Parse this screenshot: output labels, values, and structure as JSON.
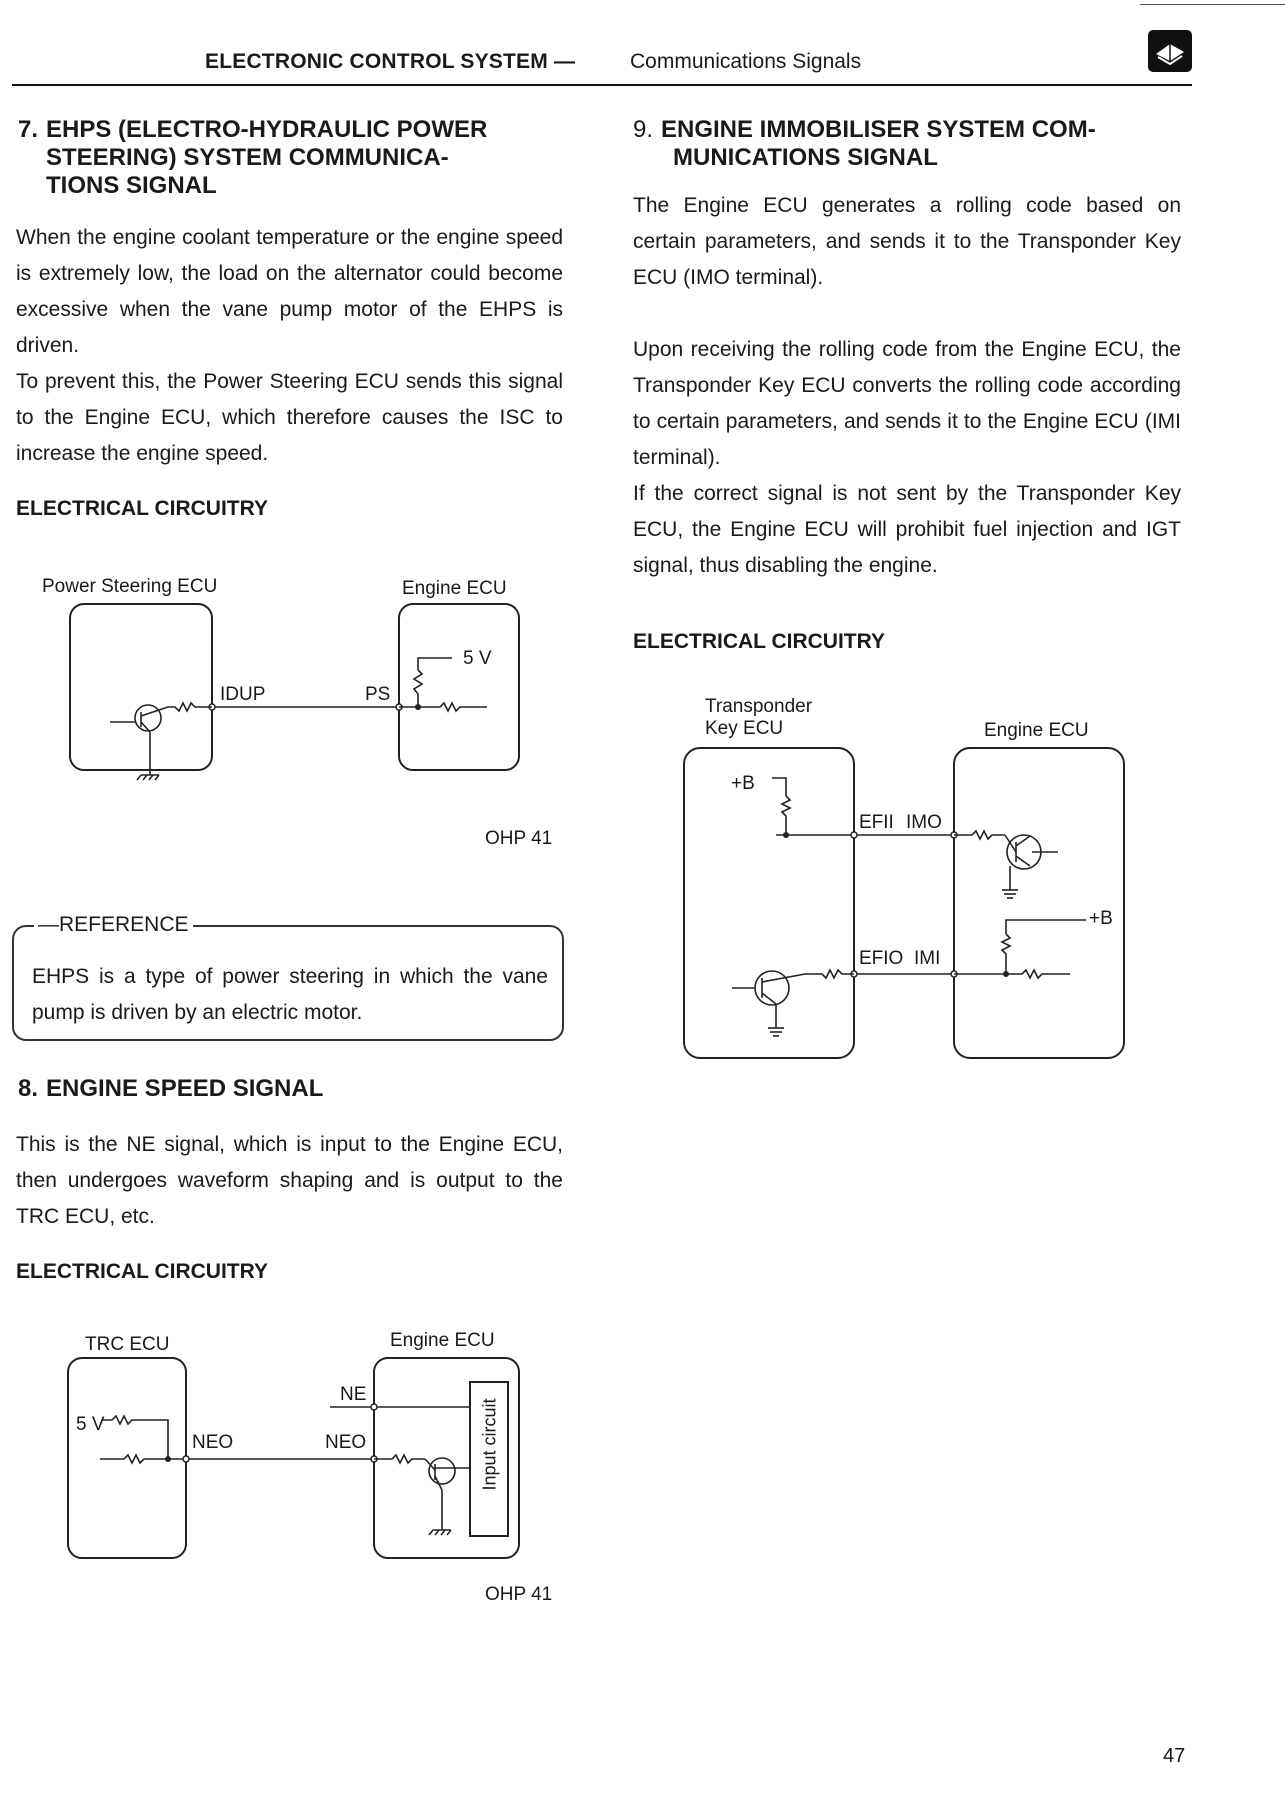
{
  "header": {
    "title": "ELECTRONIC CONTROL SYSTEM —",
    "subtitle": "Communications Signals",
    "icon": "book-icon"
  },
  "sec7": {
    "number": "7.",
    "title_lines": [
      "EHPS (ELECTRO-HYDRAULIC POWER",
      "STEERING) SYSTEM COMMUNICA-",
      "TIONS SIGNAL"
    ],
    "paragraph": "When the engine coolant temperature or the engine speed is extremely low, the load on the alternator could become excessive when the vane pump motor of the EHPS is driven.",
    "paragraph2": "To prevent this, the Power Steering ECU sends this signal to the Engine ECU, which therefore causes the ISC to increase the engine speed.",
    "circuitry_label": "ELECTRICAL CIRCUITRY",
    "diagram": {
      "left_ecu": "Power Steering ECU",
      "right_ecu": "Engine ECU",
      "voltage": "5 V",
      "terminal_left": "IDUP",
      "terminal_right": "PS"
    },
    "ohp": "OHP 41"
  },
  "reference": {
    "title": "REFERENCE",
    "text": "EHPS is a type of power steering in which the vane pump is driven by an electric motor."
  },
  "sec8": {
    "number": "8.",
    "title": "ENGINE SPEED SIGNAL",
    "paragraph": "This is the NE signal, which is input to the Engine ECU, then undergoes waveform shaping and is output to the TRC ECU, etc.",
    "circuitry_label": "ELECTRICAL CIRCUITRY",
    "diagram": {
      "left_ecu": "TRC ECU",
      "right_ecu": "Engine ECU",
      "voltage": "5 V",
      "terminal_left": "NEO",
      "terminal_ne": "NE",
      "terminal_neo_right": "NEO",
      "input_circuit": "Input circuit"
    },
    "ohp": "OHP 41"
  },
  "sec9": {
    "number": "9.",
    "title_lines": [
      "ENGINE  IMMOBILISER  SYSTEM  COM-",
      "MUNICATIONS SIGNAL"
    ],
    "paragraph1": "The Engine ECU generates a rolling code based on certain parameters, and sends it to the Transponder Key ECU (IMO terminal).",
    "paragraph2": "Upon receiving the rolling code from the Engine ECU, the Transponder Key ECU converts the rolling code according to certain parameters, and sends it to the Engine ECU (IMI terminal).",
    "paragraph3": "If the correct signal is not sent by the Transponder Key ECU, the Engine ECU will prohibit fuel injection and IGT signal, thus disabling the engine.",
    "circuitry_label": "ELECTRICAL CIRCUITRY",
    "diagram": {
      "left_ecu_line1": "Transponder",
      "left_ecu_line2": "Key ECU",
      "right_ecu": "Engine ECU",
      "plus_b_left": "+B",
      "plus_b_right": "+B",
      "efii": "EFII",
      "imo": "IMO",
      "efio": "EFIO",
      "imi": "IMI"
    }
  },
  "page_number": "47"
}
